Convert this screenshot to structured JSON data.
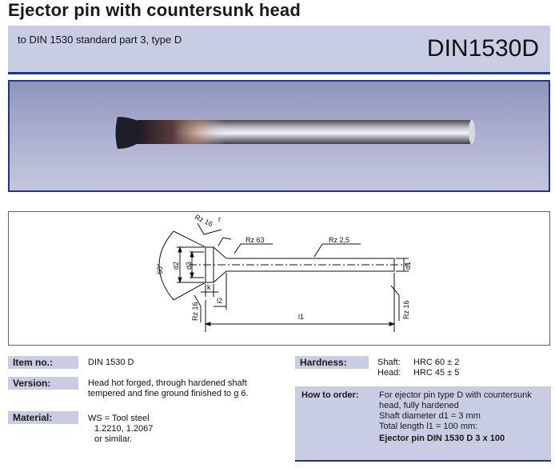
{
  "header": {
    "title": "Ejector pin with countersunk head",
    "subtitle": "to DIN 1530 standard part 3, type D",
    "code": "DIN1530D"
  },
  "drawing": {
    "labels": {
      "angle": "60°",
      "rz16_top": "Rz 16",
      "r": "r",
      "rz63": "Rz 63",
      "rz25": "Rz 2,5",
      "d2": "d2",
      "d3": "d3",
      "d1": "d1",
      "k": "k",
      "l2": "l2",
      "l1": "l1",
      "rz16_left": "Rz 16",
      "rz16_right": "Rz 16"
    }
  },
  "specs": {
    "item_label": "Item no.:",
    "item_value": "DIN 1530 D",
    "version_label": "Version:",
    "version_line1": "Head hot forged, through hardened shaft",
    "version_line2": "tempered and fine ground finished to g 6.",
    "material_label": "Material:",
    "material_line1": "WS = Tool steel",
    "material_line2": "1.2210, 1.2067",
    "material_line3": "or similar.",
    "hardness_label": "Hardness:",
    "shaft_label": "Shaft:",
    "shaft_value": "HRC 60 ± 2",
    "head_label": "Head:",
    "head_value": "HRC 45 ± 5"
  },
  "order": {
    "label": "How to order:",
    "line1": "For ejector pin type D with countersunk",
    "line2": "head, fully hardened",
    "line3": "Shaft diameter d1 =     3 mm",
    "line4": "Total length      l1 = 100 mm:",
    "example": "Ejector pin DIN 1530 D 3 x 100"
  }
}
